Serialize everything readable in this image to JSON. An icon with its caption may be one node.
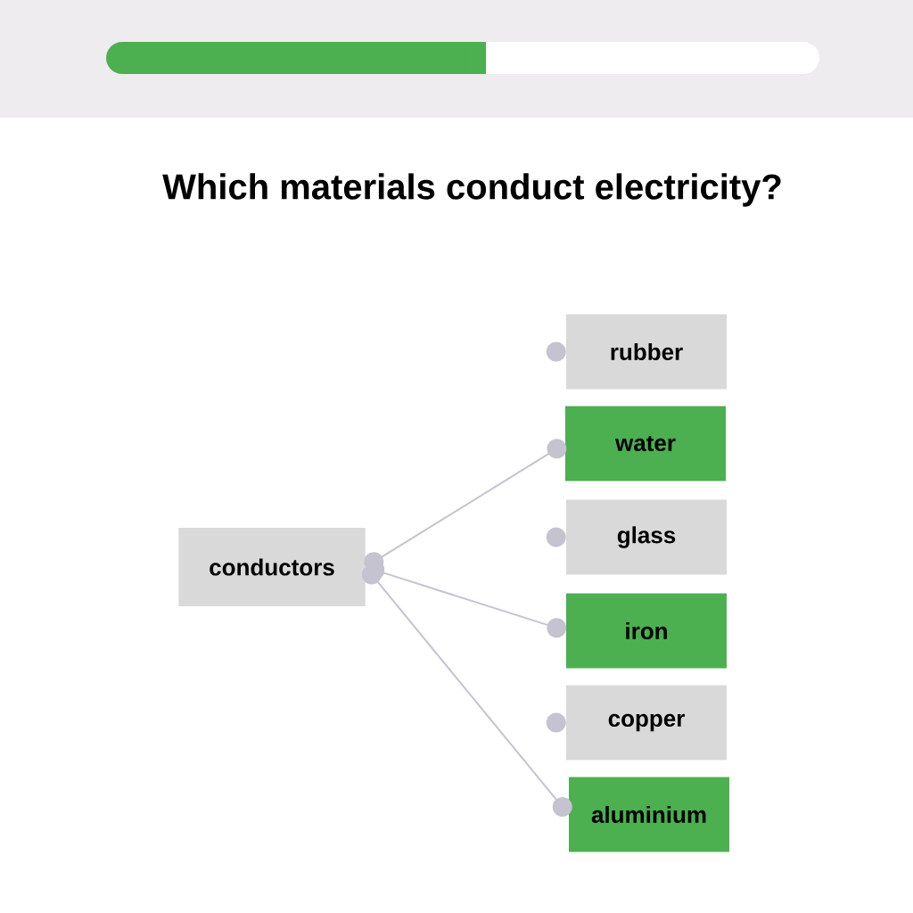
{
  "diagram": {
    "title": "Which materials conduct electricity?",
    "nodes": [
      {
        "text": [
          "conductors"
        ]
      },
      {
        "text": [
          "rubber"
        ]
      },
      {
        "text": [
          "water"
        ]
      },
      {
        "text": [
          "glass"
        ]
      },
      {
        "text": [
          "iron"
        ]
      },
      {
        "text": [
          "copper"
        ]
      },
      {
        "text": [
          "aluminium"
        ]
      }
    ],
    "edges": [
      {
        "from": 0,
        "to": 2,
        "arrow": "other"
      },
      {
        "from": 0,
        "to": 4,
        "arrow": "other"
      },
      {
        "from": 0,
        "to": 6,
        "arrow": "other"
      }
    ]
  }
}
